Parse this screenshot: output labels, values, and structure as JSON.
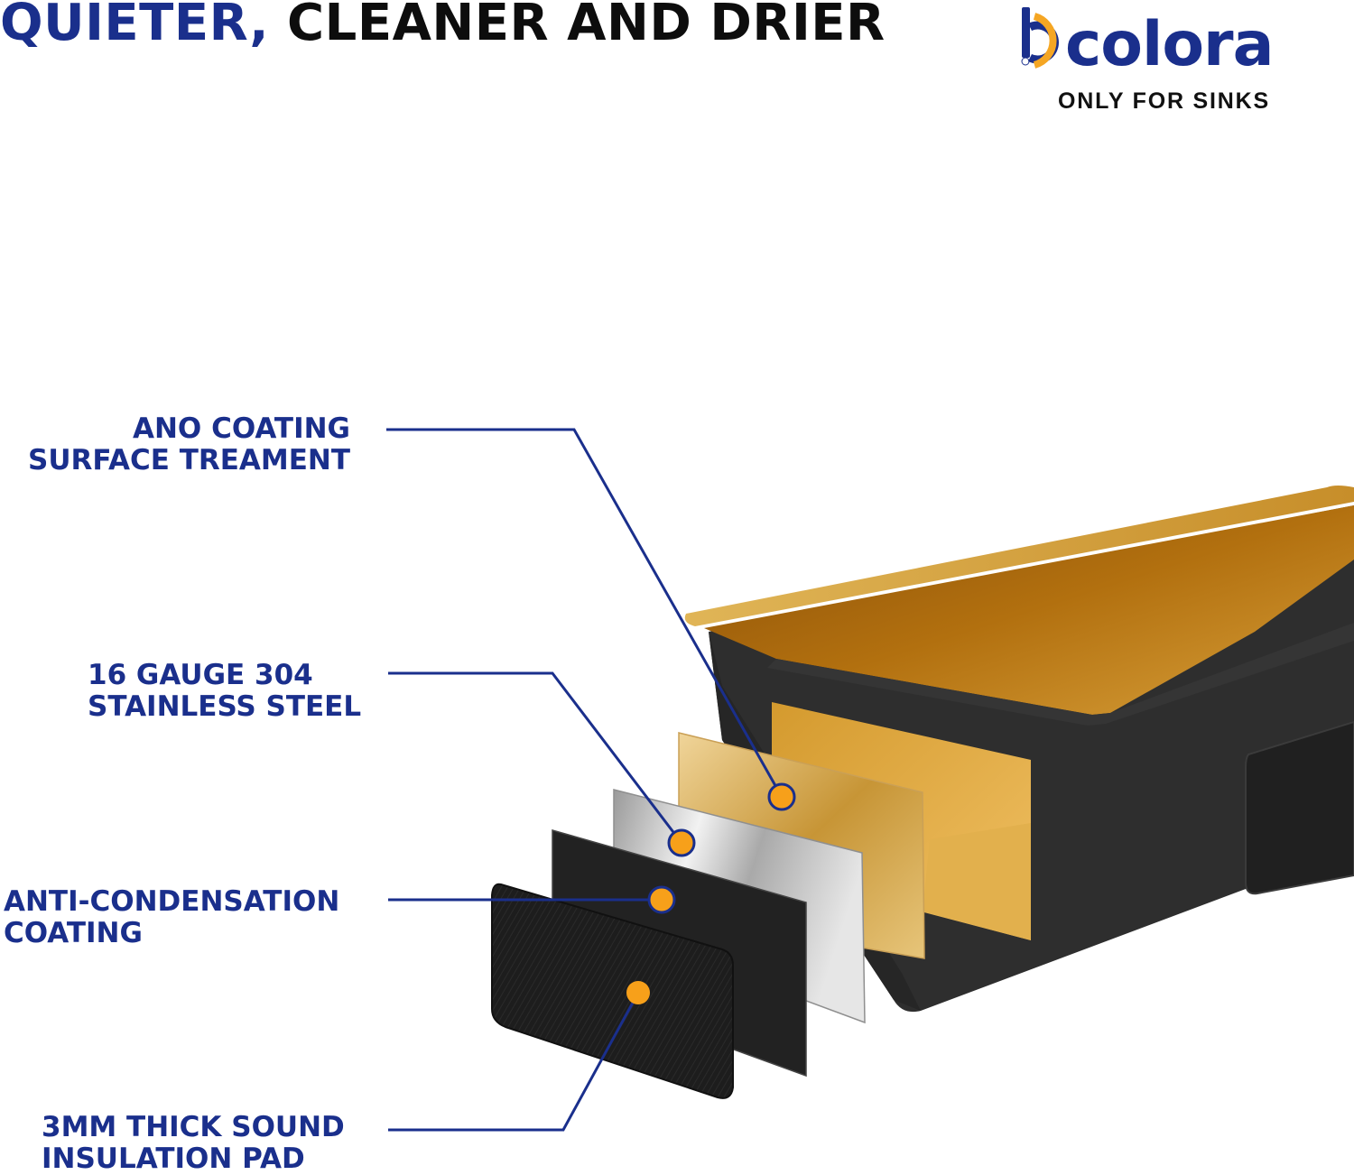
{
  "headline": {
    "part1": "QUIETER,",
    "part2": " CLEANER AND DRIER"
  },
  "brand": {
    "logo_text": "colora",
    "tagline": "ONLY FOR SINKS"
  },
  "callouts": [
    {
      "line1": "ANO COATING",
      "line2": "SURFACE TREAMENT"
    },
    {
      "line1": "16 GAUGE 304",
      "line2": "STAINLESS STEEL"
    },
    {
      "line1": "ANTI-CONDENSATION",
      "line2": "COATING"
    },
    {
      "line1": "3MM THICK SOUND",
      "line2": "INSULATION PAD"
    }
  ],
  "colors": {
    "brand_blue": "#1a2f8c",
    "brand_orange": "#f5a623",
    "marker_orange": "#f7a01a",
    "gold": "#c98f24",
    "sink_black": "#2b2b2b"
  },
  "icons": {
    "logo_mark": "bcolora-logo-icon",
    "registered": "registered-icon"
  }
}
